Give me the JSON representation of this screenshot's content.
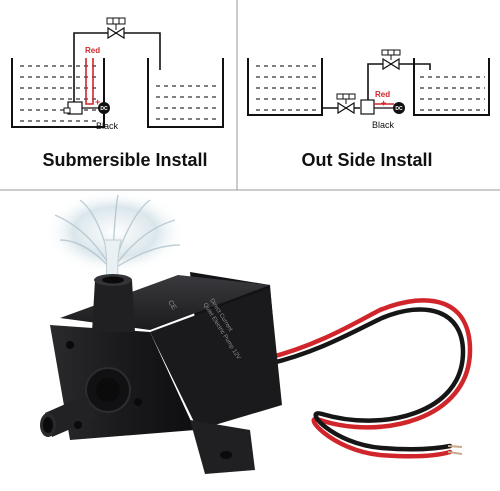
{
  "panels": [
    {
      "caption": "Submersible Install",
      "wire_red_label": "Red",
      "plus_label": "+",
      "dc_label": "DC",
      "wire_black_label": "Black"
    },
    {
      "caption": "Out Side Install",
      "wire_red_label": "Red",
      "plus_label": "+",
      "dc_label": "DC",
      "wire_black_label": "Black"
    }
  ],
  "product": {
    "label_lines": [
      "Direct Current",
      "Quiet Electric Pump 12V"
    ],
    "cert_mark": "CE"
  },
  "colors": {
    "red_wire": "#d0262b",
    "pump_body": "#1d1d1f",
    "divider": "#9a9a9a"
  }
}
